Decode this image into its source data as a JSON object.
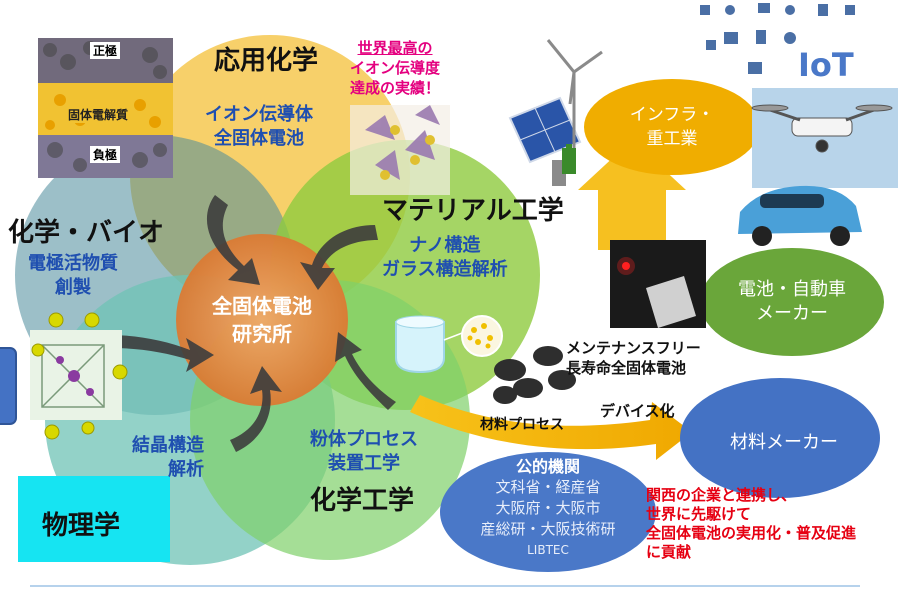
{
  "battery_diagram": {
    "positive": "正極",
    "electrolyte": "固体電解質",
    "negative": "負極"
  },
  "disciplines": {
    "applied_chem": "応用化学",
    "chem_bio": "化学・バイオ",
    "materials": "マテリアル工学",
    "chem_eng": "化学工学",
    "physics": "物理学"
  },
  "research": {
    "ion_conductor_1": "イオン伝導体",
    "ion_conductor_2": "全固体電池",
    "electrode_1": "電極活物質",
    "electrode_2": "創製",
    "nano_1": "ナノ構造",
    "nano_2": "ガラス構造解析",
    "crystal_1": "結晶構造",
    "crystal_2": "解析",
    "powder_1": "粉体プロセス",
    "powder_2": "装置工学"
  },
  "center": {
    "line1": "全固体電池",
    "line2": "研究所"
  },
  "record": {
    "line1": "世界最高の",
    "line2": "イオン伝導度",
    "line3": "達成の実績！"
  },
  "process": {
    "material_process": "材料プロセス",
    "device": "デバイス化",
    "maintenance_1": "メンテナンスフリー",
    "maintenance_2": "長寿命全固体電池"
  },
  "partners": {
    "infra_1": "インフラ・",
    "infra_2": "重工業",
    "iot": "IoT",
    "battery_car_1": "電池・自動車",
    "battery_car_2": "メーカー",
    "material_maker": "材料メーカー"
  },
  "public": {
    "title": "公的機関",
    "line1": "文科省・経産省",
    "line2": "大阪府・大阪市",
    "line3": "産総研・大阪技術研",
    "line4": "LIBTEC"
  },
  "contribution": {
    "line1": "関西の企業と連携し、",
    "line2": "世界に先駆けて",
    "line3": "全固体電池の実用化・普及促進",
    "line4": "に貢献"
  },
  "colors": {
    "yellow": "#f6c850",
    "green": "#8fcb3e",
    "teal": "#6fc3b6",
    "blue_circle": "#5a8fd6",
    "orange_center": "#e07b2e",
    "arrow_gold": "#f5b400",
    "node_green": "#6aa63a",
    "node_blue": "#4472c4",
    "physics_bg": "#16e4f2",
    "red_text": "#e60012",
    "pink_text": "#e4007f"
  }
}
